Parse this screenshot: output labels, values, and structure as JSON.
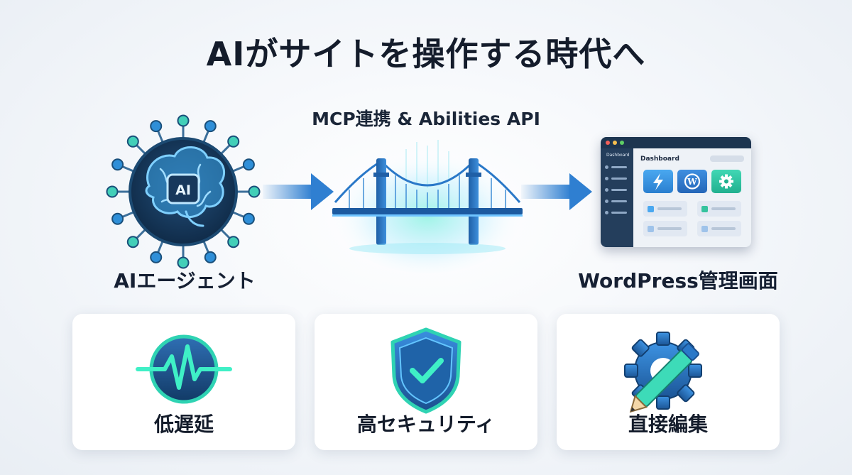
{
  "header": {
    "title": "AIがサイトを操作する時代へ",
    "subtitle": "MCP連携 & Abilities API"
  },
  "flow": {
    "source_label": "AIエージェント",
    "source_badge": "AI",
    "target_label": "WordPress管理画面",
    "dashboard": {
      "sidebar_title": "Dashboard",
      "heading": "Dashboard",
      "tiles": [
        "lightning-icon",
        "wordpress-icon",
        "gear-icon"
      ]
    }
  },
  "features": [
    {
      "label": "低遅延",
      "icon": "heartbeat-icon"
    },
    {
      "label": "高セキュリティ",
      "icon": "shield-check-icon"
    },
    {
      "label": "直接編集",
      "icon": "gear-pencil-icon"
    }
  ],
  "colors": {
    "accent_blue": "#2f7fd1",
    "accent_teal": "#2bc6b0",
    "navy": "#143a5c",
    "text": "#141c2b"
  }
}
